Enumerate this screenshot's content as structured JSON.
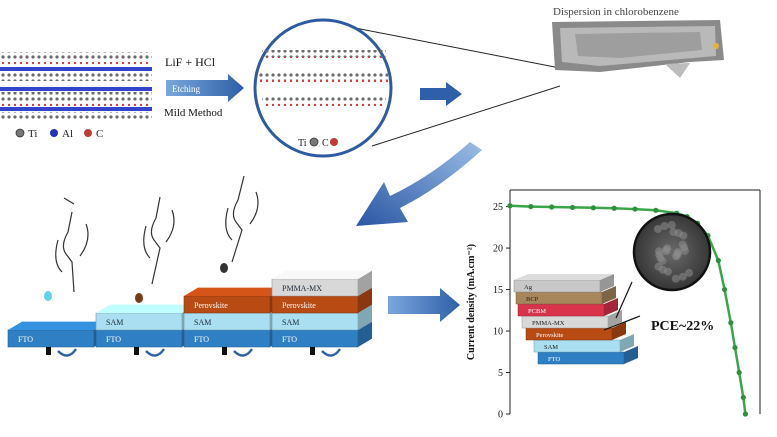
{
  "top": {
    "legend_ti": "Ti",
    "legend_al": "Al",
    "legend_c": "C",
    "reagent": "LiF + HCl",
    "etching": "Etching",
    "method": "Mild Method",
    "circle_ti": "Ti",
    "circle_c": "C",
    "dispersion": "Dispersion in chlorobenzene"
  },
  "stacks": [
    {
      "layers": [
        "FTO"
      ]
    },
    {
      "layers": [
        "FTO",
        "SAM"
      ]
    },
    {
      "layers": [
        "FTO",
        "SAM",
        "Perovskite"
      ]
    },
    {
      "layers": [
        "FTO",
        "SAM",
        "Perovskite",
        "PMMA-MX"
      ]
    }
  ],
  "device_layers": [
    "FTO",
    "SAM",
    "Perovskite",
    "PMMA-MX",
    "PCBM",
    "BCP",
    "Ag"
  ],
  "colors": {
    "fto": "#2e7fc4",
    "sam": "#a9dff0",
    "perovskite": "#b84a14",
    "pmma": "#d8d8d8",
    "pcbm": "#d9334b",
    "bcp": "#a7865c",
    "ag": "#c8c8c8",
    "arrow": "#2f5fa8",
    "curve": "#3aa64a"
  },
  "chart_data": {
    "type": "line",
    "ylabel": "Current density (mA.cm⁻²)",
    "yticks": [
      0,
      5,
      10,
      15,
      20,
      25
    ],
    "ylim": [
      0,
      27
    ],
    "xlim": [
      0,
      1.2
    ],
    "annotation": "PCE~22%",
    "series": [
      {
        "points": [
          [
            0.0,
            25.1
          ],
          [
            0.1,
            25.0
          ],
          [
            0.2,
            24.95
          ],
          [
            0.3,
            24.9
          ],
          [
            0.4,
            24.85
          ],
          [
            0.5,
            24.8
          ],
          [
            0.6,
            24.7
          ],
          [
            0.7,
            24.55
          ],
          [
            0.8,
            24.2
          ],
          [
            0.85,
            23.8
          ],
          [
            0.9,
            23.0
          ],
          [
            0.95,
            21.5
          ],
          [
            1.0,
            18.5
          ],
          [
            1.03,
            15.0
          ],
          [
            1.06,
            11.0
          ],
          [
            1.08,
            8.0
          ],
          [
            1.1,
            5.0
          ],
          [
            1.12,
            2.0
          ],
          [
            1.13,
            0.0
          ]
        ]
      }
    ]
  }
}
